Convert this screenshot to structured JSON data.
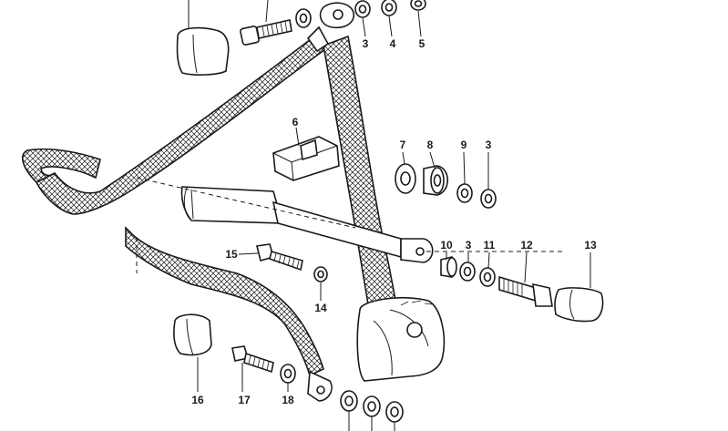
{
  "callouts": [
    {
      "id": "c3a",
      "label": "3"
    },
    {
      "id": "c4",
      "label": "4"
    },
    {
      "id": "c5",
      "label": "5"
    },
    {
      "id": "c6",
      "label": "6"
    },
    {
      "id": "c7",
      "label": "7"
    },
    {
      "id": "c8",
      "label": "8"
    },
    {
      "id": "c9",
      "label": "9"
    },
    {
      "id": "c3b",
      "label": "3"
    },
    {
      "id": "c10",
      "label": "10"
    },
    {
      "id": "c3c",
      "label": "3"
    },
    {
      "id": "c11",
      "label": "11"
    },
    {
      "id": "c12",
      "label": "12"
    },
    {
      "id": "c13",
      "label": "13"
    },
    {
      "id": "c15",
      "label": "15"
    },
    {
      "id": "c14",
      "label": "14"
    },
    {
      "id": "c16",
      "label": "16"
    },
    {
      "id": "c17",
      "label": "17"
    },
    {
      "id": "c18",
      "label": "18"
    }
  ]
}
